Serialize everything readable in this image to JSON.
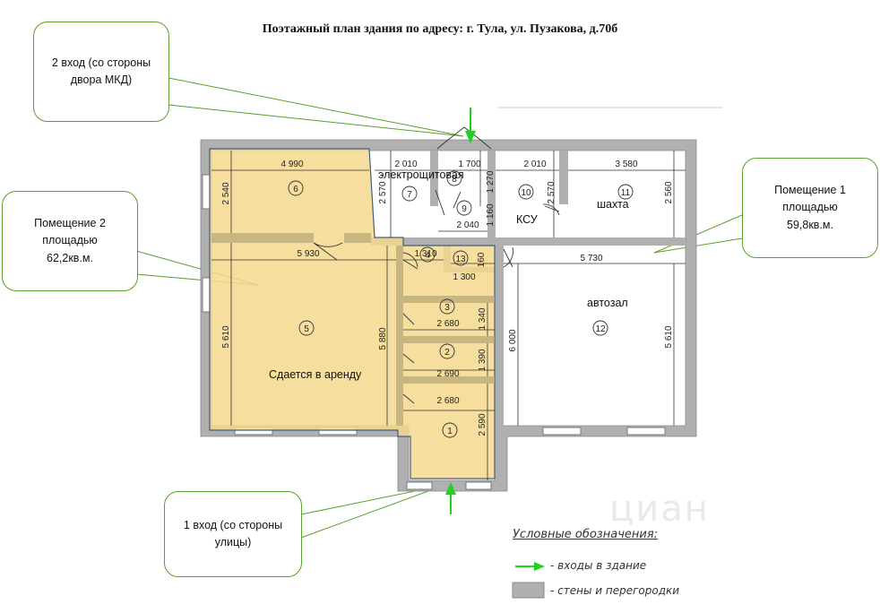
{
  "title": "Поэтажный план здания по адресу: г. Тула, ул. Пузакова, д.70б",
  "callouts": {
    "entrance2": "2 вход (со стороны\nдвора МКД)",
    "premises2": "Помещение 2\nплощадью\n62,2кв.м.",
    "premises1": "Помещение 1\nплощадью\n59,8кв.м.",
    "entrance1": "1 вход (со стороны\nулицы)"
  },
  "rooms": {
    "r1": "1",
    "r2": "2",
    "r3": "3",
    "r4": "4",
    "r5": "5",
    "r6": "6",
    "r7": "7",
    "r8": "8",
    "r9": "9",
    "r10": "10",
    "r11": "11",
    "r12": "12",
    "r13": "13"
  },
  "labels": {
    "electro": "электрощитовая",
    "ksu": "КСУ",
    "shaft": "шахта",
    "autohall": "автозал",
    "rent": "Сдается в аренду"
  },
  "dims": {
    "d4990": "4 990",
    "d2540": "2 540",
    "d5930": "5 930",
    "d5610a": "5 610",
    "d5880": "5 880",
    "d2010a": "2 010",
    "d1700": "1 700",
    "d2010b": "2 010",
    "d3580": "3 580",
    "d2570a": "2 570",
    "d1270": "1 270",
    "d2570b": "2 570",
    "d2560": "2 560",
    "d1160": "1 160",
    "d2040": "2 040",
    "d1310": "1 310",
    "d1300": "1 300",
    "d160": "160",
    "d5730": "5 730",
    "d2680a": "2 680",
    "d1340": "1 340",
    "d1390": "1 390",
    "d2690": "2 690",
    "d2680b": "2 680",
    "d2590": "2 590",
    "d6000": "6 000",
    "d5610b": "5 610"
  },
  "legend": {
    "title": "Условные обозначения:",
    "entrances": "- входы в здание",
    "walls": "- стены и перегородки"
  },
  "watermark": "циан",
  "colors": {
    "rented_fill": "#f5d88e",
    "rented_border": "#3d5f7a",
    "wall_fill": "#b0b0b0",
    "entrance_arrow": "#22d022",
    "callout_border": "#5aa02c",
    "dimension_line": "#333333"
  }
}
